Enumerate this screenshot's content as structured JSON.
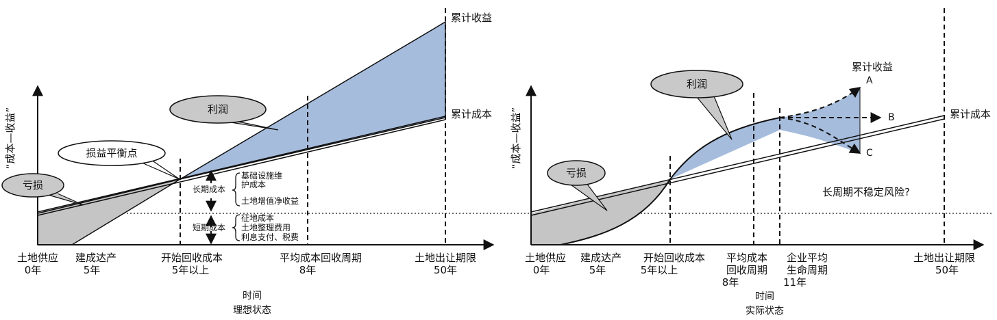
{
  "colors": {
    "profit": "#a6bcdc",
    "loss": "#c6c5c6",
    "outline": "#111111",
    "callout": "#c9c9c9"
  },
  "shared": {
    "y_axis_label": "“成本—收益”",
    "time_label": "时间"
  },
  "left_panel": {
    "state_label": "理想状态",
    "callouts": {
      "profit": "利润",
      "loss": "亏损",
      "breakeven": "损益平衡点"
    },
    "curve_labels": {
      "revenue": "累计收益",
      "cost": "累计成本"
    },
    "long_term": {
      "label": "长期成本",
      "items": [
        "基础设施维",
        "护成本",
        "土地增值净收益"
      ]
    },
    "short_term": {
      "label": "短期成本",
      "items": [
        "征地成本",
        "土地整理费用",
        "利息支付、税费"
      ]
    },
    "x_ticks": [
      {
        "line1": "土地供应",
        "line2": "0年"
      },
      {
        "line1": "建成达产",
        "line2": "5年"
      },
      {
        "line1": "开始回收成本",
        "line2": "5年以上"
      },
      {
        "line1": "平均成本回收周期",
        "line2": "8年"
      },
      {
        "line1": "土地出让期限",
        "line2": "50年"
      }
    ]
  },
  "right_panel": {
    "state_label": "实际状态",
    "callouts": {
      "profit": "利润",
      "loss": "亏损"
    },
    "curve_labels": {
      "revenue": "累计收益",
      "cost": "累计成本"
    },
    "scenarios": [
      "A",
      "B",
      "C"
    ],
    "risk_text": "长周期不稳定风险?",
    "x_ticks": [
      {
        "lines": [
          "土地供应",
          "0年"
        ]
      },
      {
        "lines": [
          "建成达产",
          "5年"
        ]
      },
      {
        "lines": [
          "开始回收成本",
          "5年以上"
        ]
      },
      {
        "lines": [
          "平均成本",
          "回收周期",
          "8年"
        ]
      },
      {
        "lines": [
          "企业平均",
          "生命周期",
          "11年"
        ]
      },
      {
        "lines": [
          "土地出让期限",
          "50年"
        ]
      }
    ]
  }
}
